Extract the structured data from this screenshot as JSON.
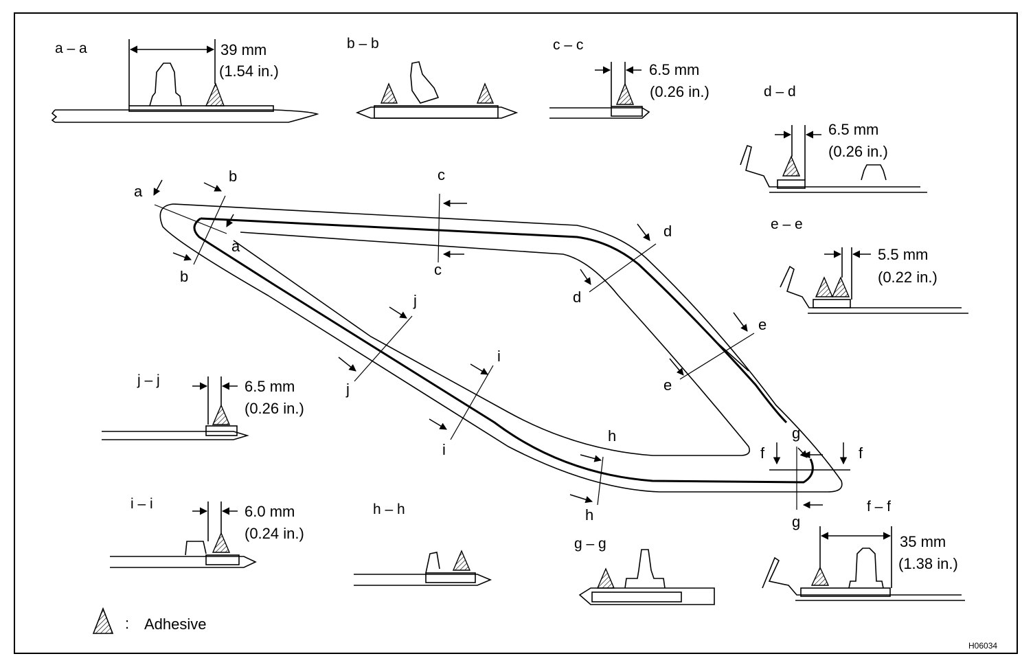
{
  "figure_code": "H06034",
  "legend": {
    "label": "Adhesive",
    "separator": ":"
  },
  "sections": {
    "aa": {
      "title": "a – a",
      "dim_mm": "39 mm",
      "dim_in": "(1.54 in.)"
    },
    "bb": {
      "title": "b – b"
    },
    "cc": {
      "title": "c – c",
      "dim_mm": "6.5 mm",
      "dim_in": "(0.26 in.)"
    },
    "dd": {
      "title": "d – d",
      "dim_mm": "6.5 mm",
      "dim_in": "(0.26 in.)"
    },
    "ee": {
      "title": "e – e",
      "dim_mm": "5.5 mm",
      "dim_in": "(0.22 in.)"
    },
    "ff": {
      "title": "f – f",
      "dim_mm": "35 mm",
      "dim_in": "(1.38 in.)"
    },
    "gg": {
      "title": "g – g"
    },
    "hh": {
      "title": "h – h"
    },
    "ii": {
      "title": "i – i",
      "dim_mm": "6.0 mm",
      "dim_in": "(0.24 in.)"
    },
    "jj": {
      "title": "j – j",
      "dim_mm": "6.5 mm",
      "dim_in": "(0.26 in.)"
    }
  },
  "cut_letters": {
    "a": "a",
    "b": "b",
    "c": "c",
    "d": "d",
    "e": "e",
    "f": "f",
    "g": "g",
    "h": "h",
    "i": "i",
    "j": "j"
  }
}
